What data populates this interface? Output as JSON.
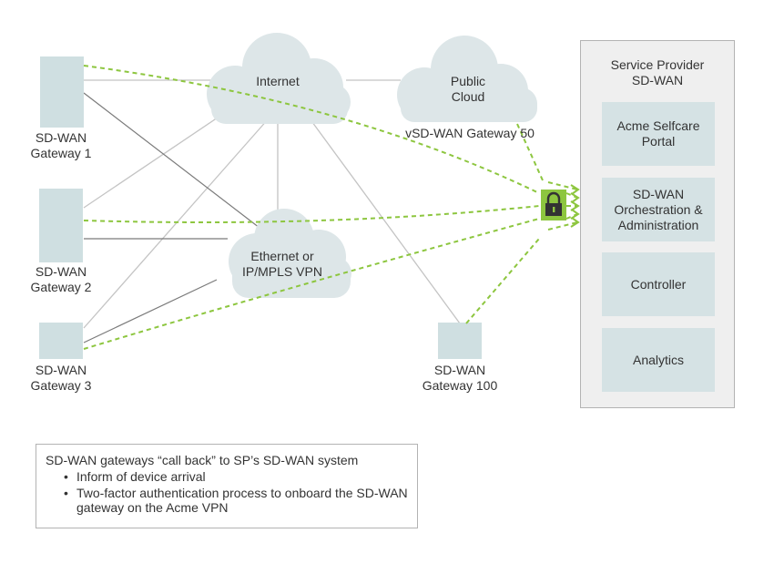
{
  "clouds": {
    "internet": "Internet",
    "public_cloud_line1": "Public",
    "public_cloud_line2": "Cloud",
    "vpn_line1": "Ethernet or",
    "vpn_line2": "IP/MPLS VPN"
  },
  "gateways": {
    "gw1_line1": "SD-WAN",
    "gw1_line2": "Gateway 1",
    "gw2_line1": "SD-WAN",
    "gw2_line2": "Gateway 2",
    "gw3_line1": "SD-WAN",
    "gw3_line2": "Gateway 3",
    "gw100_line1": "SD-WAN",
    "gw100_line2": "Gateway 100",
    "vgw50": "vSD-WAN Gateway 50"
  },
  "service_provider": {
    "title_line1": "Service Provider",
    "title_line2": "SD-WAN",
    "boxes": [
      {
        "line1": "Acme Selfcare",
        "line2": "Portal",
        "line3": ""
      },
      {
        "line1": "SD-WAN",
        "line2": "Orchestration &",
        "line3": "Administration"
      },
      {
        "line1": "Controller",
        "line2": "",
        "line3": ""
      },
      {
        "line1": "Analytics",
        "line2": "",
        "line3": ""
      }
    ]
  },
  "note": {
    "heading": "SD-WAN gateways “call back” to SP’s SD-WAN system",
    "bullets": [
      "Inform of device arrival",
      "Two-factor authentication process to onboard the SD-WAN gateway on the Acme VPN"
    ]
  },
  "colors": {
    "device_fill": "#cfdfe1",
    "cloud_fill": "#dde6e8",
    "link_gray": "#bfbfbf",
    "link_dark": "#777777",
    "secure_dash": "#8dc63f",
    "lock_fill": "#8dc63f"
  },
  "icons": {
    "lock": "lock-icon"
  }
}
